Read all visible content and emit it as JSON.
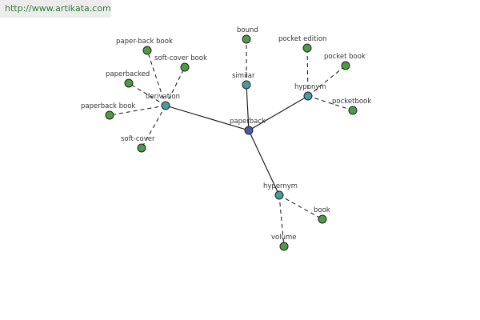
{
  "site_url": "http://www.artikata.com",
  "colors": {
    "root_node": "#4a5aa6",
    "relation_node": "#4c9aa0",
    "term_node": "#4f9a44",
    "edge": "#111111",
    "url_text": "#2e7d32"
  },
  "graph": {
    "root": {
      "id": "paperback",
      "label": "paperback"
    },
    "relations": [
      {
        "id": "derivation",
        "label": "derivation",
        "terms": [
          {
            "id": "paper-back-book",
            "label": "paper-back book"
          },
          {
            "id": "soft-cover-book",
            "label": "soft-cover book"
          },
          {
            "id": "paperbacked",
            "label": "paperbacked"
          },
          {
            "id": "paperback-book",
            "label": "paperback book"
          },
          {
            "id": "soft-cover",
            "label": "soft-cover"
          }
        ]
      },
      {
        "id": "similar",
        "label": "similar",
        "terms": [
          {
            "id": "bound",
            "label": "bound"
          }
        ]
      },
      {
        "id": "hyponym",
        "label": "hyponym",
        "terms": [
          {
            "id": "pocket-edition",
            "label": "pocket edition"
          },
          {
            "id": "pocket-book",
            "label": "pocket book"
          },
          {
            "id": "pocketbook",
            "label": "pocketbook"
          }
        ]
      },
      {
        "id": "hypernym",
        "label": "hypernym",
        "terms": [
          {
            "id": "book",
            "label": "book"
          },
          {
            "id": "volume",
            "label": "volume"
          }
        ]
      }
    ]
  }
}
